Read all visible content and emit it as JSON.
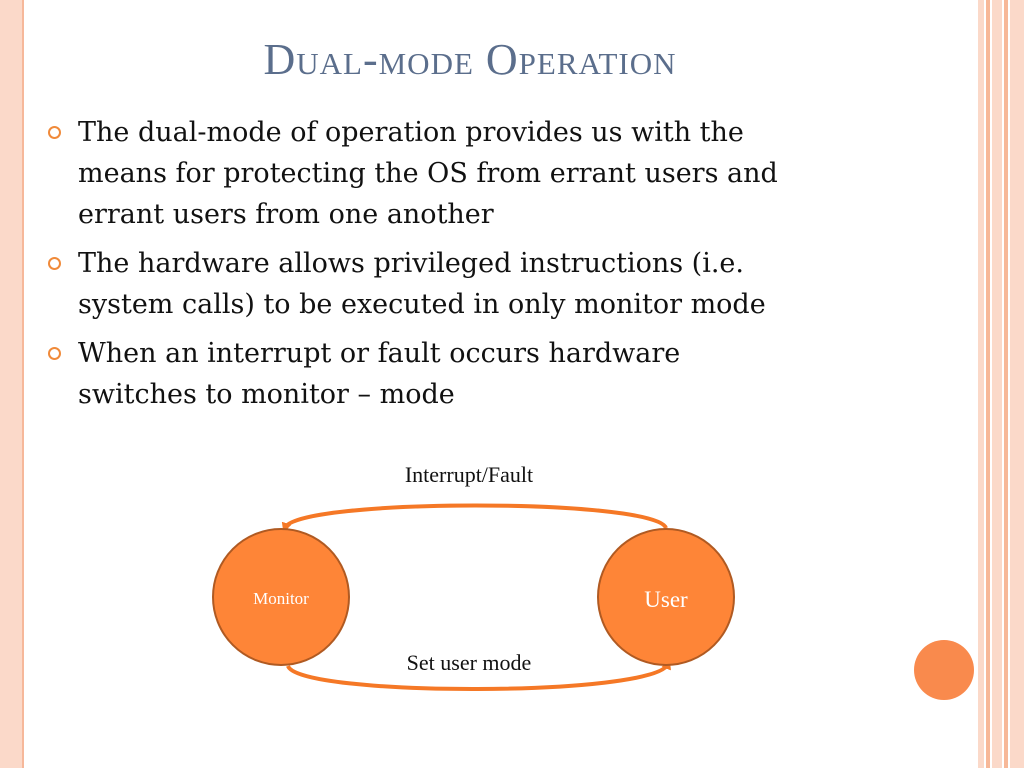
{
  "slide": {
    "title": "Dual-mode Operation",
    "bullets": [
      {
        "lines": [
          "The dual-mode of operation provides us with the",
          "means for protecting the OS from errant users and",
          "errant users from one another"
        ]
      },
      {
        "lines": [
          "The hardware allows privileged instructions (i.e.",
          "system calls) to be executed in only monitor mode"
        ]
      },
      {
        "lines": [
          "When an interrupt or fault occurs hardware",
          "switches to monitor – mode"
        ]
      }
    ]
  },
  "diagram": {
    "nodes": {
      "monitor": "Monitor",
      "user": "User"
    },
    "edges": {
      "top": "Interrupt/Fault",
      "bottom": "Set user mode"
    },
    "colors": {
      "node_fill": "#fe8537",
      "node_stroke": "#b05a22",
      "arrow": "#f57826"
    }
  },
  "theme": {
    "title_color": "#5b6e8c",
    "accent": "#f08a3a",
    "decoration": "#f98a4d"
  }
}
